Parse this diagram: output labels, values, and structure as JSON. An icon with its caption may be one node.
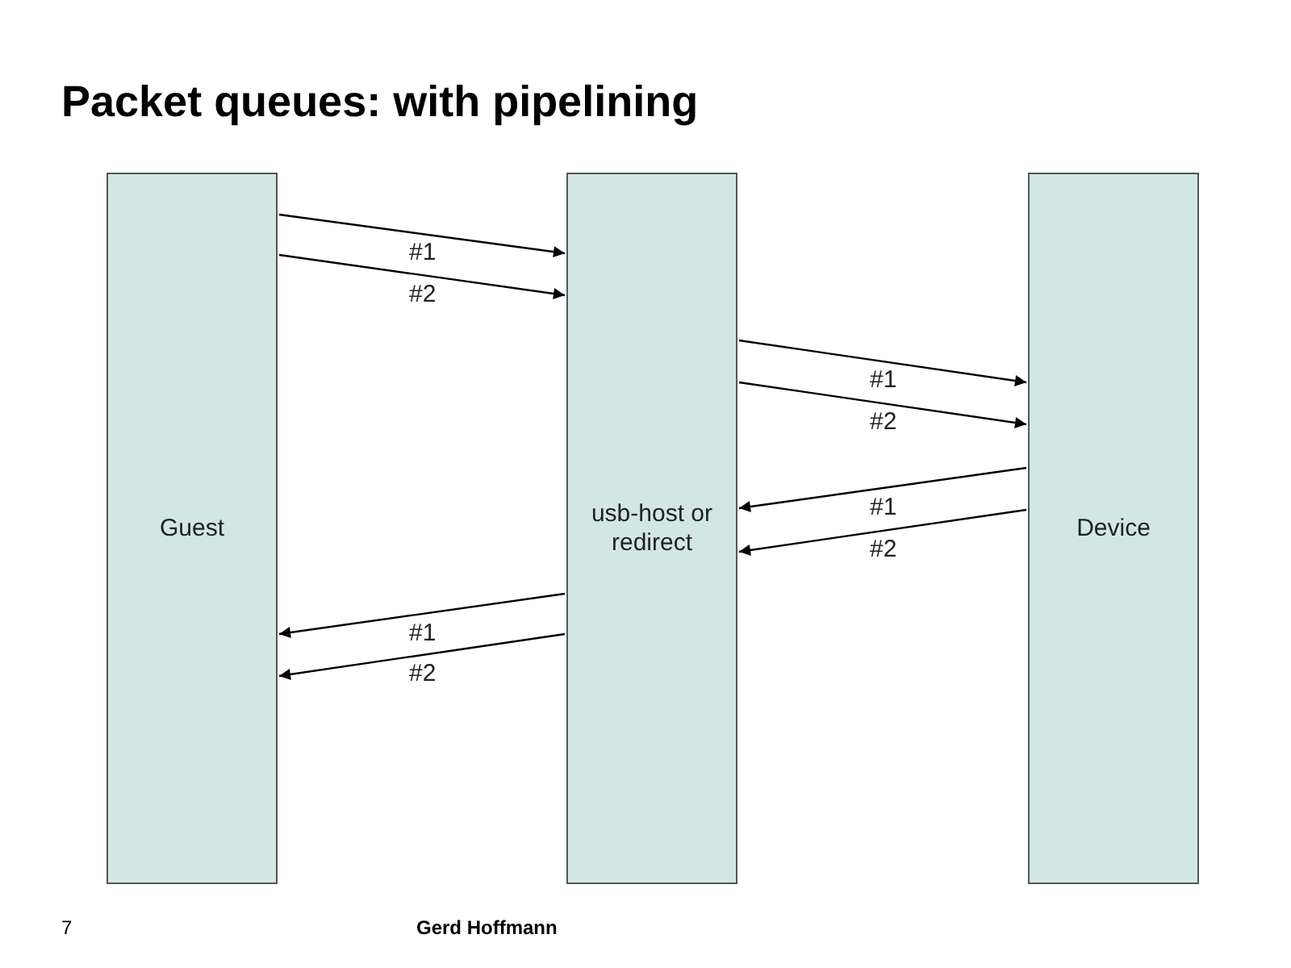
{
  "diagram": {
    "title": "Packet queues: with pipelining",
    "nodes": [
      {
        "text": [
          "Guest"
        ]
      },
      {
        "text": [
          "usb-host or redirect"
        ]
      },
      {
        "text": [
          "Device"
        ]
      }
    ],
    "edges": [
      {
        "from": 0,
        "to": 1,
        "arrow": "to",
        "label": "#1"
      },
      {
        "from": 0,
        "to": 1,
        "arrow": "to",
        "label": "#2"
      },
      {
        "from": 1,
        "to": 2,
        "arrow": "to",
        "label": "#1"
      },
      {
        "from": 1,
        "to": 2,
        "arrow": "to",
        "label": "#2"
      },
      {
        "from": 2,
        "to": 1,
        "arrow": "to",
        "label": "#1"
      },
      {
        "from": 2,
        "to": 1,
        "arrow": "to",
        "label": "#2"
      },
      {
        "from": 1,
        "to": 0,
        "arrow": "to",
        "label": "#1"
      },
      {
        "from": 1,
        "to": 0,
        "arrow": "to",
        "label": "#2"
      }
    ],
    "labels": [
      "7",
      "Gerd Hoffmann"
    ]
  }
}
